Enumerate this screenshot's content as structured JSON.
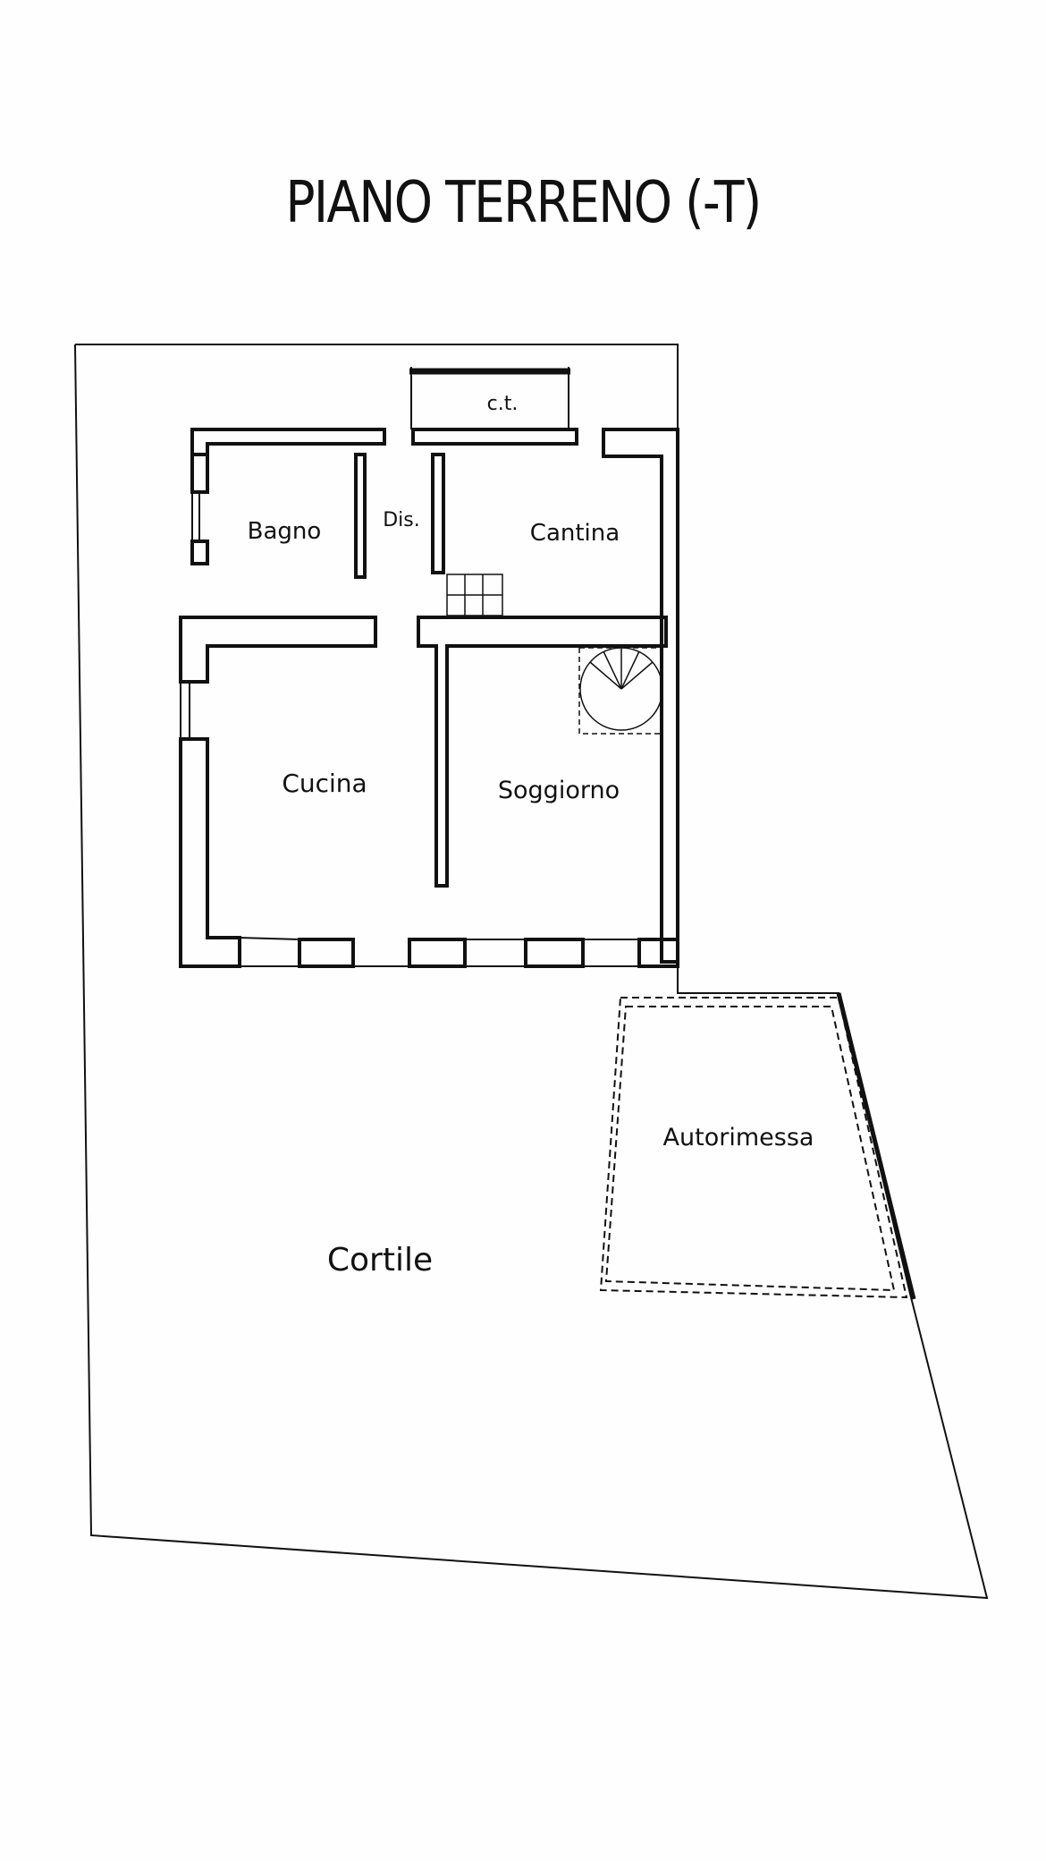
{
  "title": "PIANO TERRENO (-T)",
  "rooms": {
    "ct": "c.t.",
    "bagno": "Bagno",
    "dis": "Dis.",
    "cantina": "Cantina",
    "cucina": "Cucina",
    "soggiorno": "Soggiorno",
    "autorimessa": "Autorimessa",
    "cortile": "Cortile"
  },
  "colors": {
    "wall": "#111111",
    "background": "#ffffff"
  }
}
